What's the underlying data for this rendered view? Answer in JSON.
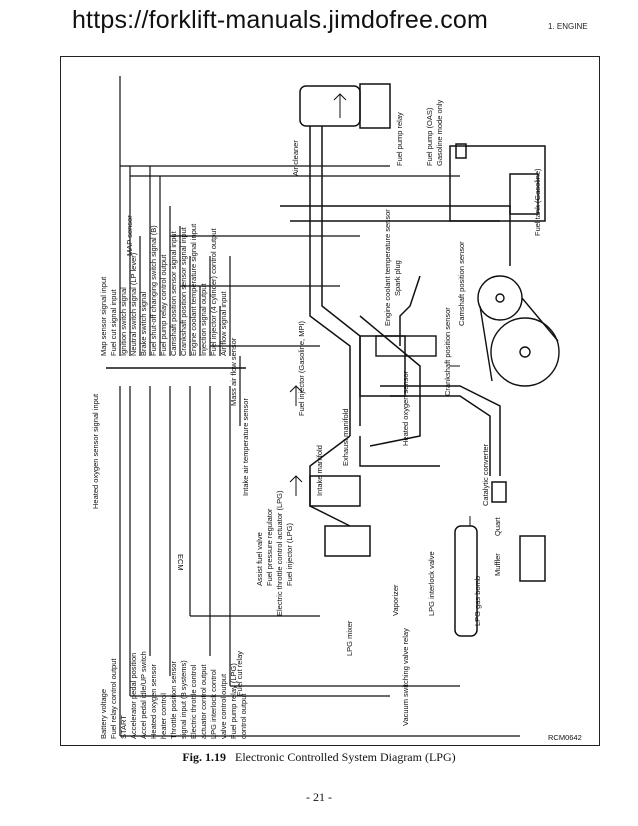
{
  "header": {
    "url": "https://forklift-manuals.jimdofree.com",
    "section": "1. ENGINE"
  },
  "figure": {
    "caption_number": "Fig. 1.19",
    "caption_text": "Electronic Controlled System Diagram (LPG)",
    "ref_code": "RCM0642",
    "ecm_label": "ECM"
  },
  "left_labels": [
    "Battery voltage",
    "Fuel relay control output",
    "START",
    "Accelerator pedal position",
    "Accel pedal idle/UP switch",
    "Heated oxygen sensor",
    "heater control",
    "Throttle position sensor",
    "signal input (8 systems)",
    "Electric throttle control",
    "actuator control output",
    "LPG interlock control",
    "valve control output",
    "Fuel pump relay (LPG)",
    "control output",
    "Heated oxygen sensor signal input"
  ],
  "right_labels": [
    "Map sensor signal input",
    "Fuel cut signal input",
    "Ignition switch signal",
    "Neutral switch signal (LP lever)",
    "Brake switch signal",
    "Fuel shut-off changing switch signal (B)",
    "Fuel pump relay control output",
    "Camshaft position sensor signal input",
    "Crankshaft position sensor signal input",
    "Engine coolant temperature signal input",
    "Injection signal output",
    "Fuel injector (4 cylinder) control output",
    "Air flow signal input"
  ],
  "components": {
    "air_cleaner": "Air cleaner",
    "fuel_pump_relay": "Fuel pump relay",
    "fuel_pump": "Fuel pump (OAS)",
    "fuel_pump_note": "Gasoline mode only",
    "fuel_tank": "Fuel tank (Gasoline)",
    "map_sensor": "MAP sensor",
    "spark_plug": "Spark plug",
    "coolant_sensor": "Engine coolant temperature sensor",
    "camshaft_sensor": "Camshaft position sensor",
    "crankshaft_sensor": "Crankshaft position sensor",
    "fuel_injector": "Fuel injector (Gasoline, MPI)",
    "mass_air_flow": "Mass air flow sensor",
    "intake_air_temp": "Intake air temperature sensor",
    "intake_manifold": "Intake manifold",
    "exhaust_manifold": "Exhaust manifold",
    "heated_oxygen_sensor": "Heated oxygen sensor",
    "catalytic_converter": "Catalytic converter",
    "muffler": "Muffler",
    "throttle_chamber": "Electric throttle control actuator (LPG)",
    "lpg_mixer": "LPG mixer",
    "vaporizer": "Vaporizer",
    "lpg_interlock": "LPG interlock valve",
    "lpg_gas_bomb": "LPG gas bomb",
    "vacuum_switching_valve": "Vacuum switching valve relay",
    "fuel_pressure_regulator": "Fuel pressure regulator",
    "assist_fuel_valve": "Assist fuel valve",
    "fuel_injector_lpg": "Fuel injector (LPG)",
    "fuel_relay": "Fuel cut relay",
    "quarter_label": "Quart"
  }
}
